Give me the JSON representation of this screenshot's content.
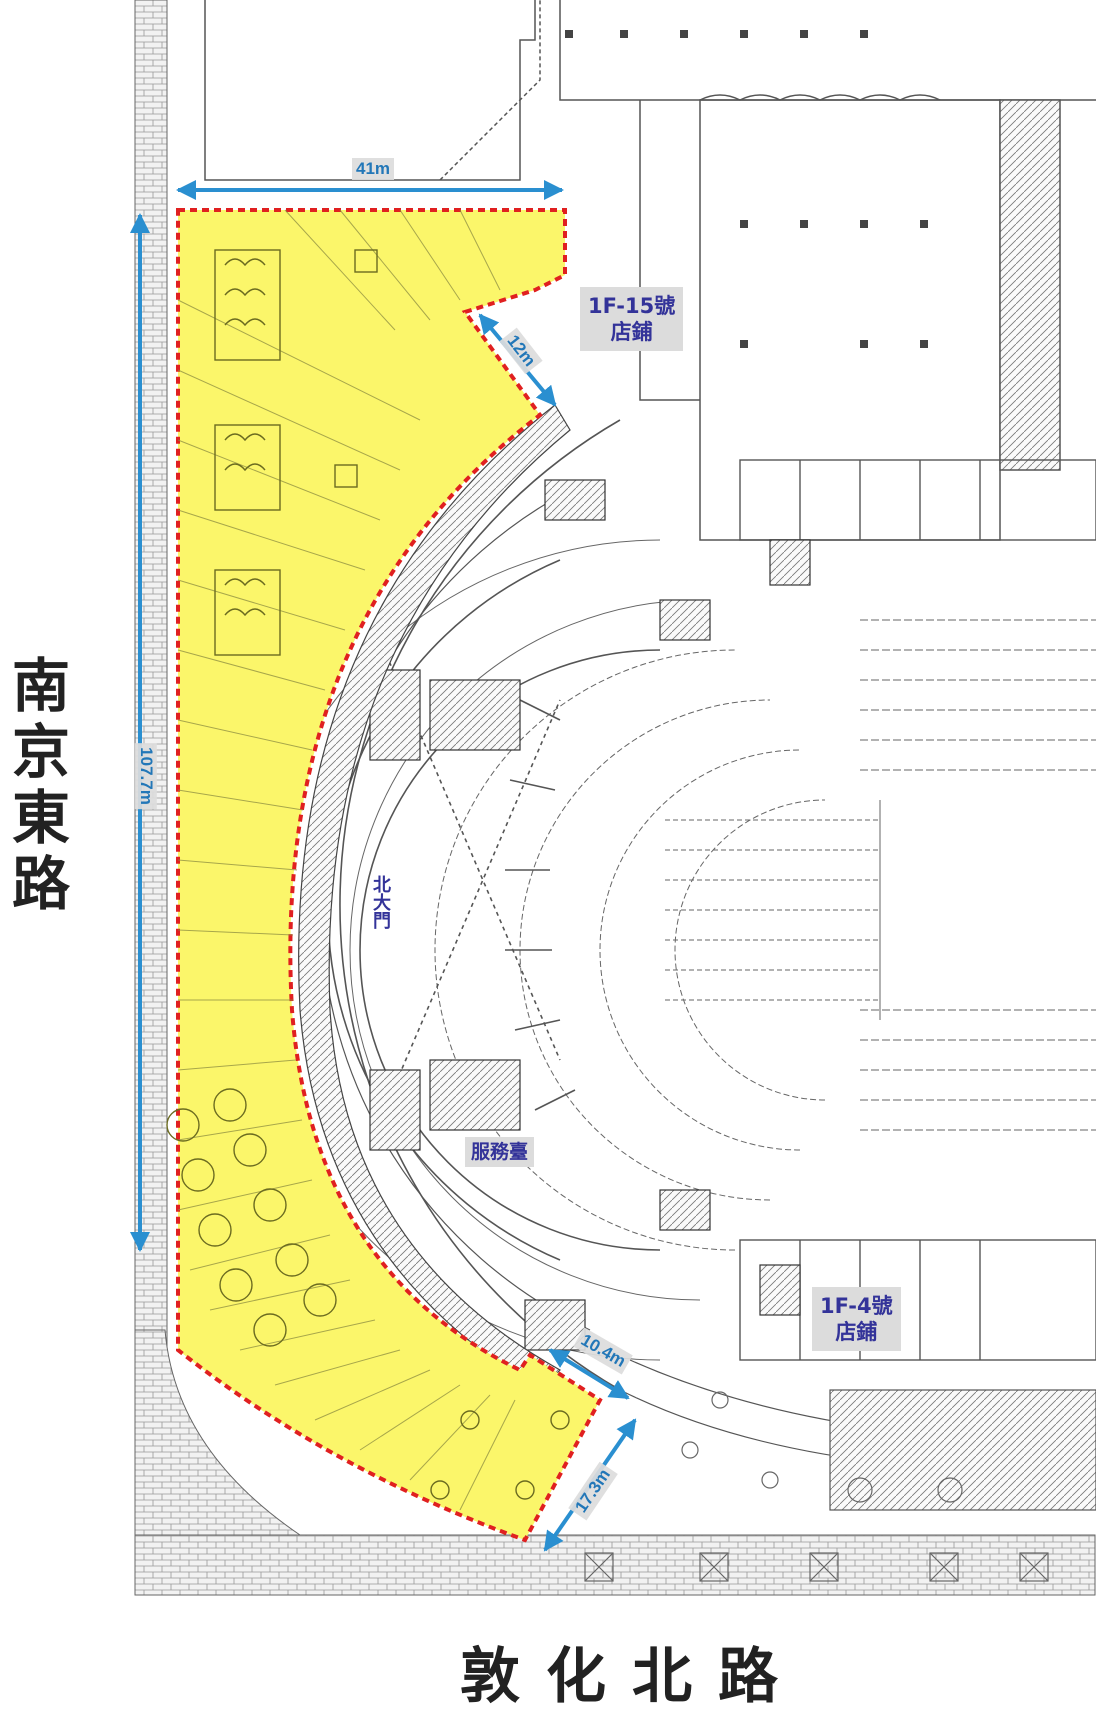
{
  "streets": {
    "west": "南京東路",
    "south": "敦化北路"
  },
  "dimensions": {
    "top_width": "41m",
    "left_length": "107.7m",
    "notch_top": "12m",
    "notch_bottom": "10.4m",
    "south_edge": "17.3m"
  },
  "shops": {
    "shop_15": {
      "line1": "1F-15號",
      "line2": "店鋪"
    },
    "shop_4": {
      "line1": "1F-4號",
      "line2": "店鋪"
    }
  },
  "labels": {
    "north_gate": "北大門",
    "service_desk": "服務臺"
  },
  "colors": {
    "zone_fill": "#fbf66a",
    "zone_border": "#e02020",
    "dimension_arrow": "#2a8fd0",
    "label_text": "#333399",
    "plan_lines": "#555555"
  }
}
